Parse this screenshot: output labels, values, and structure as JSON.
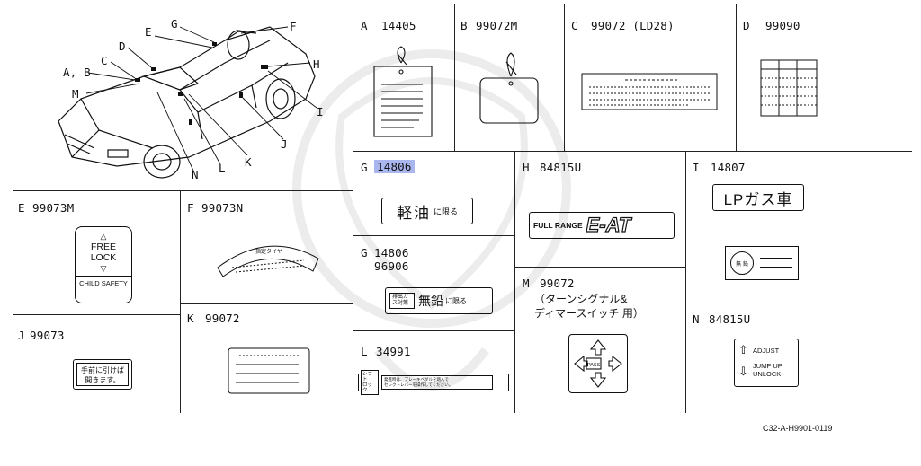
{
  "car_callouts": [
    "G",
    "F",
    "E",
    "D",
    "C",
    "A, B",
    "M",
    "H",
    "I",
    "J",
    "K",
    "L",
    "N"
  ],
  "panels": {
    "A": {
      "letter": "A",
      "code": "14405"
    },
    "B": {
      "letter": "B",
      "code": "99072M"
    },
    "C": {
      "letter": "C",
      "code": "99072 (LD28)"
    },
    "D": {
      "letter": "D",
      "code": "99090"
    },
    "G1": {
      "letter": "G",
      "code": "14806",
      "label_text": "軽油",
      "label_small": "に限る"
    },
    "H": {
      "letter": "H",
      "code": "84815U",
      "label_left": "FULL RANGE",
      "label_right": "E-AT"
    },
    "I": {
      "letter": "I",
      "code": "14807",
      "label_text": "LPガス車",
      "seal_text": "無 鉛"
    },
    "E": {
      "letter": "E",
      "code": "99073M",
      "line1": "FREE",
      "line2": "LOCK",
      "line3": "CHILD SAFETY"
    },
    "F": {
      "letter": "F",
      "code": "99073N",
      "label_text": "指定タイヤ"
    },
    "G2": {
      "letter": "G",
      "code": "14806",
      "code2": "96906",
      "box_text": "排出ガス対策",
      "main_text": "無鉛",
      "small_text": "に限る"
    },
    "M": {
      "letter": "M",
      "code": "99072",
      "note1": "（ターンシグナル&",
      "note2": "ディマースイッチ 用）",
      "center_text": "PASS"
    },
    "J": {
      "letter": "J",
      "code": "99073",
      "line1": "手前に引けば",
      "line2": "開きます。"
    },
    "K": {
      "letter": "K",
      "code": "99072"
    },
    "L": {
      "letter": "L",
      "code": "34991",
      "box1": "シフト",
      "box2": "ロック",
      "line1": "発進時は、ブレーキペダルを踏んで",
      "line2": "セレクトレバーを操作してください。"
    },
    "N": {
      "letter": "N",
      "code": "84815U",
      "line1": "ADJUST",
      "line2": "JUMP UP",
      "line3": "UNLOCK"
    }
  },
  "doc_ref": "C32-A-H9901-0119"
}
